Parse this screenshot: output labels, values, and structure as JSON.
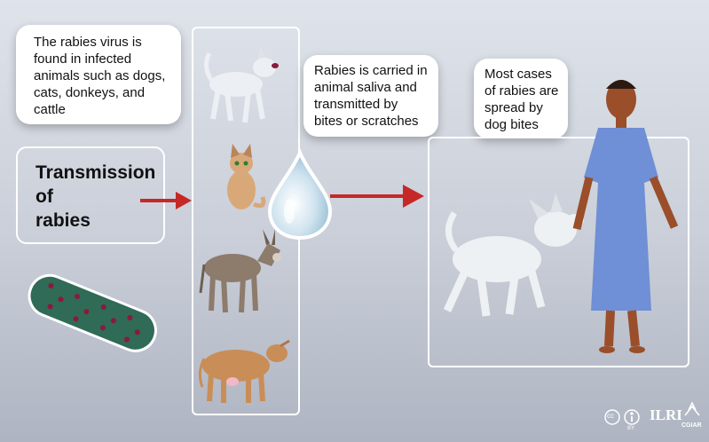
{
  "title": {
    "line1": "Transmission",
    "line2": "of",
    "line3": "rabies"
  },
  "callouts": {
    "virus": "The rabies virus is found in infected animals such as dogs, cats, donkeys, and cattle",
    "saliva": "Rabies is carried in animal saliva and transmitted by bites or scratches",
    "dog_bites": "Most cases of rabies are spread by dog bites"
  },
  "animals": [
    "dog-icon",
    "cat-icon",
    "donkey-icon",
    "cow-icon"
  ],
  "credits": {
    "cc": "cc",
    "by": "BY",
    "ilri": "ILRI",
    "cgiar": "CGIAR"
  },
  "colors": {
    "arrow": "#c62828",
    "frame": "#ffffff"
  }
}
